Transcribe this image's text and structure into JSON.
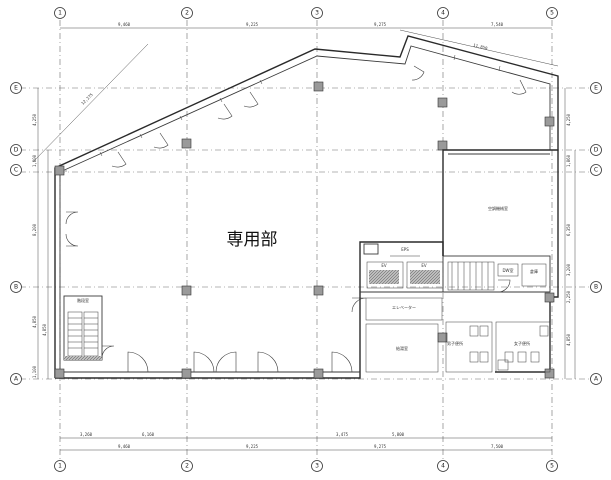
{
  "title": "専用部",
  "grid_columns": [
    "1",
    "2",
    "3",
    "4",
    "5"
  ],
  "grid_rows": [
    "E",
    "D",
    "C",
    "B",
    "A"
  ],
  "top_dims": [
    "9,460",
    "9,225",
    "9,275",
    "7,540"
  ],
  "diag_dims": [
    "12,275",
    "11,850"
  ],
  "bottom_dims_upper": [
    "3,260",
    "6,160",
    "3,475",
    "5,800"
  ],
  "bottom_dims_lower": [
    "9,460",
    "9,225",
    "9,275",
    "7,500"
  ],
  "left_dims": [
    "4,250",
    "1,800",
    "8,200",
    "4,850",
    "4,850",
    "1,100"
  ],
  "right_dims": [
    "4,250",
    "1,860",
    "6,350",
    "3,200",
    "2,250",
    "4,850"
  ],
  "rooms": {
    "ev1": "EV",
    "ev2": "EV",
    "eps": "EPS",
    "elevator_hall": "エレベーター",
    "dw_room": "DW室",
    "storage": "倉庫",
    "mech_room": "空調機械室",
    "male_wc": "男子便所",
    "female_wc": "女子便所",
    "pantry": "給湯室",
    "stair_room": "階段室"
  },
  "colors": {
    "line": "#2a2a2a",
    "grid": "#6d6d6d",
    "column": "#9a9a9a"
  }
}
